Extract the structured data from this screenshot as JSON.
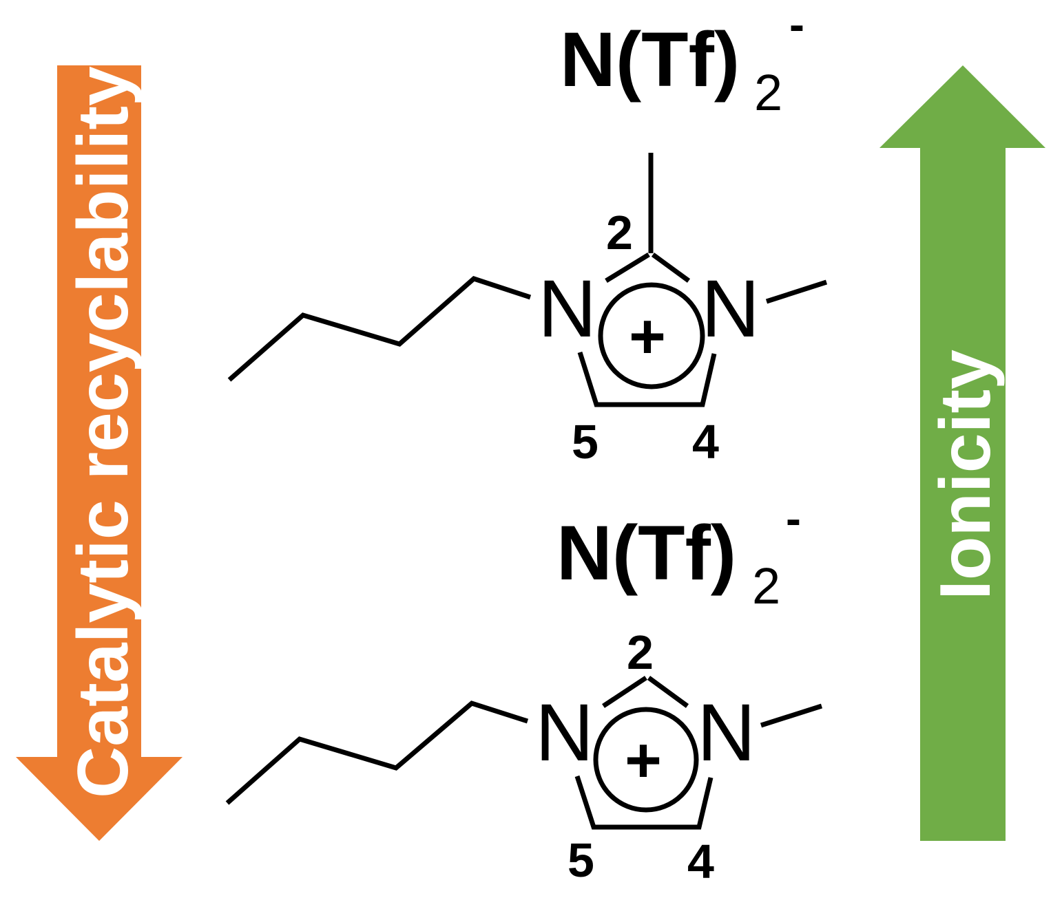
{
  "left_arrow": {
    "label": "Catalytic recyclability",
    "direction": "down",
    "color": "#ED7D31"
  },
  "right_arrow": {
    "label": "Ionicity",
    "direction": "up",
    "color": "#70AD47"
  },
  "molecules": [
    {
      "anion": {
        "base": "N(Tf)",
        "subscript": "2",
        "charge": "-"
      },
      "cation": {
        "ring_charge": "+",
        "n_left": "N",
        "n_right": "N",
        "locant_2": "2",
        "locant_4": "4",
        "locant_5": "5",
        "c2_methyl": true
      }
    },
    {
      "anion": {
        "base": "N(Tf)",
        "subscript": "2",
        "charge": "-"
      },
      "cation": {
        "ring_charge": "+",
        "n_left": "N",
        "n_right": "N",
        "locant_2": "2",
        "locant_4": "4",
        "locant_5": "5",
        "c2_methyl": false
      }
    }
  ]
}
